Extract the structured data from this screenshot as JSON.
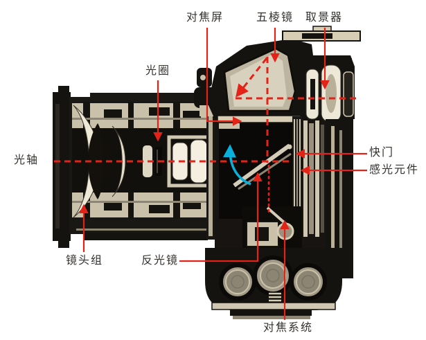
{
  "diagram": {
    "type": "camera-cutaway-annotated",
    "labels": {
      "focusing_screen": "对焦屏",
      "pentaprism": "五棱镜",
      "viewfinder": "取景器",
      "aperture": "光圈",
      "optical_axis": "光轴",
      "shutter": "快门",
      "image_sensor": "感光元件",
      "lens_group": "镜头组",
      "reflex_mirror": "反光镜",
      "focusing_system": "对焦系统"
    },
    "colors": {
      "annotation_red": "#e42318",
      "light_path_cyan": "#0ab0dc",
      "label_text": "#35322e",
      "body_black": "#15130f",
      "metal_cream": "#d6cdb4"
    }
  }
}
